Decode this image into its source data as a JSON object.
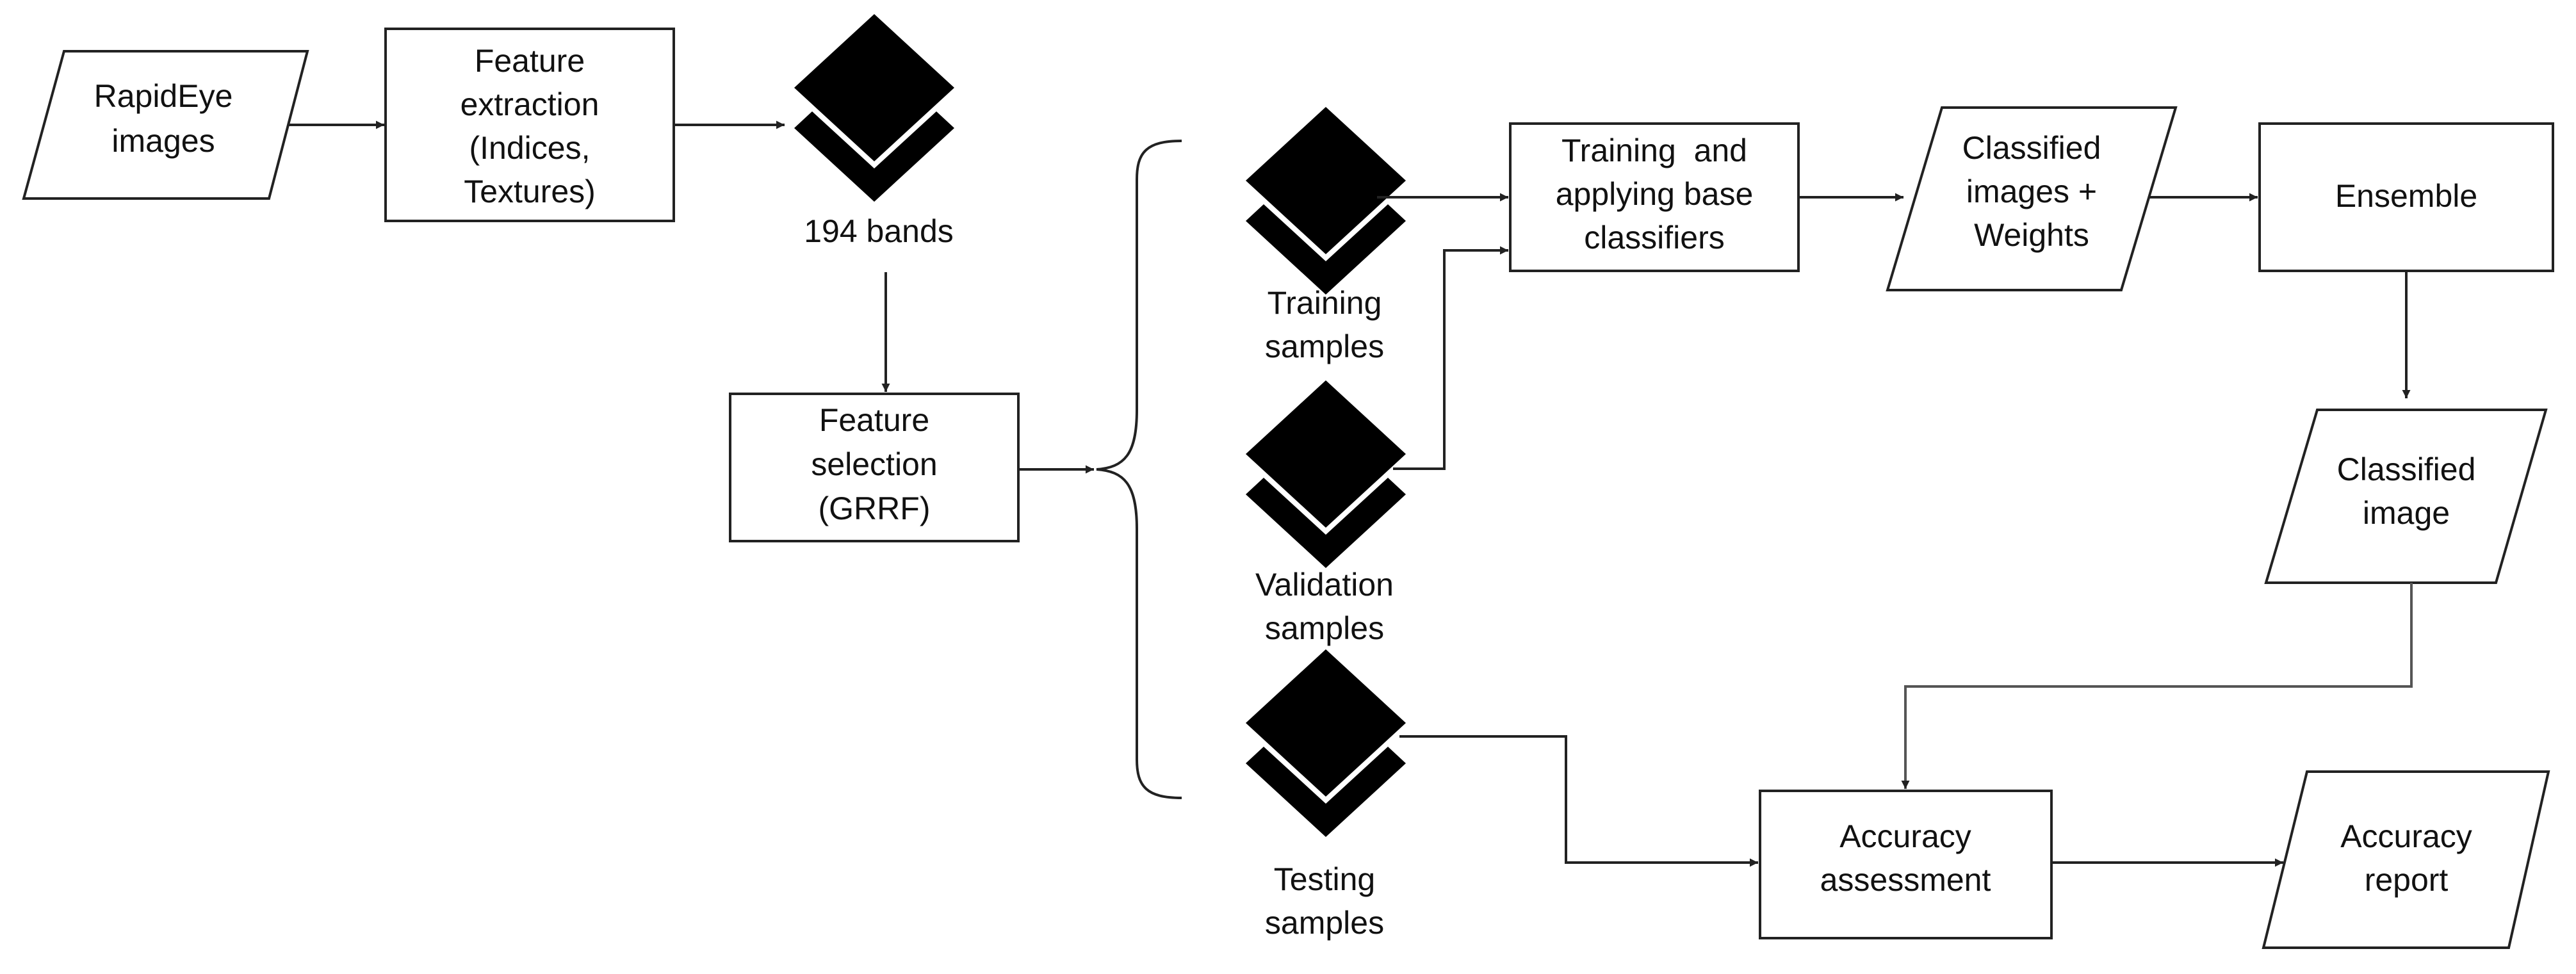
{
  "nodes": {
    "rapideye": [
      "RapidEye",
      "images"
    ],
    "feature_extraction": [
      "Feature",
      "extraction",
      "(Indices,",
      "Textures)"
    ],
    "bands": [
      "194 bands"
    ],
    "feature_selection": [
      "Feature",
      "selection",
      "(GRRF)"
    ],
    "training_samples": [
      "Training",
      "samples"
    ],
    "validation_samples": [
      "Validation",
      "samples"
    ],
    "testing_samples": [
      "Testing",
      "samples"
    ],
    "base_classifiers": [
      "Training  and",
      "applying base",
      "classifiers"
    ],
    "classified_weights": [
      "Classified",
      "images +",
      "Weights"
    ],
    "ensemble": [
      "Ensemble"
    ],
    "classified_image": [
      "Classified",
      "image"
    ],
    "accuracy_assessment": [
      "Accuracy",
      "assessment"
    ],
    "accuracy_report": [
      "Accuracy",
      "report"
    ]
  }
}
